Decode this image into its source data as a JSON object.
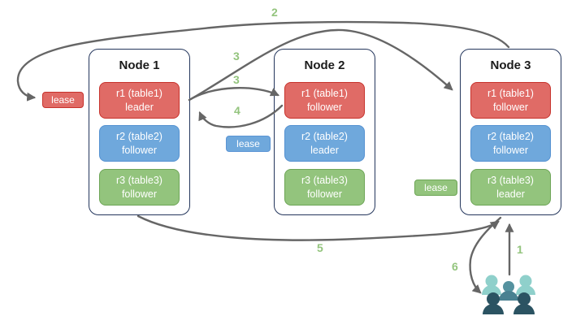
{
  "nodes": [
    {
      "title": "Node 1",
      "replicas": [
        {
          "name": "r1 (table1)",
          "role": "leader",
          "color": "red"
        },
        {
          "name": "r2 (table2)",
          "role": "follower",
          "color": "blue"
        },
        {
          "name": "r3 (table3)",
          "role": "follower",
          "color": "green"
        }
      ]
    },
    {
      "title": "Node 2",
      "replicas": [
        {
          "name": "r1 (table1)",
          "role": "follower",
          "color": "red"
        },
        {
          "name": "r2 (table2)",
          "role": "leader",
          "color": "blue"
        },
        {
          "name": "r3 (table3)",
          "role": "follower",
          "color": "green"
        }
      ]
    },
    {
      "title": "Node 3",
      "replicas": [
        {
          "name": "r1 (table1)",
          "role": "follower",
          "color": "red"
        },
        {
          "name": "r2 (table2)",
          "role": "follower",
          "color": "blue"
        },
        {
          "name": "r3 (table3)",
          "role": "leader",
          "color": "green"
        }
      ]
    }
  ],
  "leases": [
    {
      "label": "lease",
      "color": "red"
    },
    {
      "label": "lease",
      "color": "blue"
    },
    {
      "label": "lease",
      "color": "green"
    }
  ],
  "steps": [
    {
      "label": "1"
    },
    {
      "label": "2"
    },
    {
      "label": "3"
    },
    {
      "label": "3"
    },
    {
      "label": "4"
    },
    {
      "label": "5"
    },
    {
      "label": "6"
    }
  ],
  "icons": {
    "clients": "users-group-icon"
  },
  "colors": {
    "replica_red": "#e06b66",
    "replica_red_border": "#c7322c",
    "replica_blue": "#6fa8dc",
    "replica_blue_border": "#5491d1",
    "replica_green": "#93c47d",
    "replica_green_border": "#6da556",
    "node_border": "#24365c",
    "arrow": "#666666",
    "step_label": "#93c47d",
    "users_light": "#8fd0cb",
    "users_medium": "#55929f",
    "users_medium_dark": "#4a8191",
    "users_dark": "#2b5362"
  }
}
